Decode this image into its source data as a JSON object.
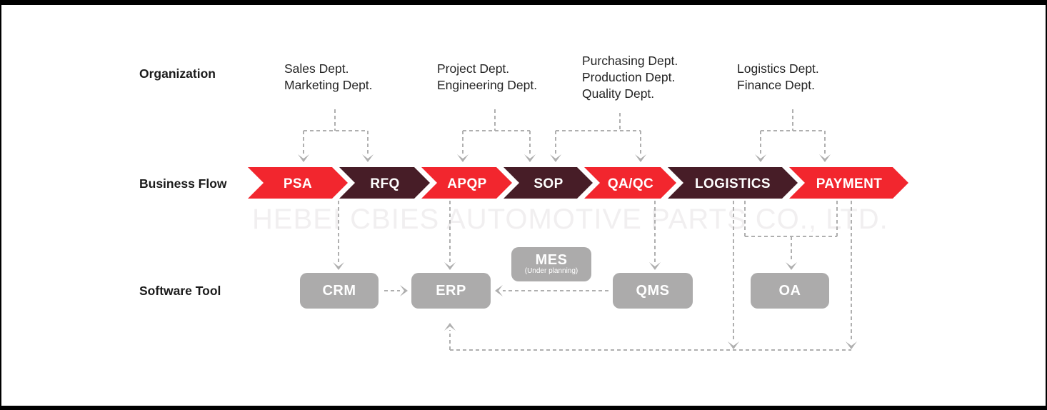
{
  "row_labels": {
    "organization": "Organization",
    "business_flow": "Business Flow",
    "software_tool": "Software Tool"
  },
  "watermark": "HEBEI CBIES AUTOMOTIVE PARTS CO., LTD.",
  "organization_groups": [
    {
      "lines": [
        "Sales Dept.",
        "Marketing Dept."
      ],
      "feeds": [
        "PSA",
        "RFQ"
      ]
    },
    {
      "lines": [
        "Project Dept.",
        "Engineering Dept."
      ],
      "feeds": [
        "APQP",
        "SOP"
      ]
    },
    {
      "lines": [
        "Purchasing Dept.",
        "Production Dept.",
        "Quality Dept."
      ],
      "feeds": [
        "SOP",
        "QA/QC"
      ]
    },
    {
      "lines": [
        "Logistics Dept.",
        "Finance Dept."
      ],
      "feeds": [
        "LOGISTICS",
        "PAYMENT"
      ]
    }
  ],
  "business_flow_steps": [
    {
      "label": "PSA",
      "color": "#f2262e"
    },
    {
      "label": "RFQ",
      "color": "#471d27"
    },
    {
      "label": "APQP",
      "color": "#f2262e"
    },
    {
      "label": "SOP",
      "color": "#471d27"
    },
    {
      "label": "QA/QC",
      "color": "#f2262e"
    },
    {
      "label": "LOGISTICS",
      "color": "#471d27"
    },
    {
      "label": "PAYMENT",
      "color": "#f2262e"
    }
  ],
  "software_tools": [
    {
      "label": "CRM"
    },
    {
      "label": "ERP"
    },
    {
      "label": "MES",
      "note": "(Under planning)"
    },
    {
      "label": "QMS"
    },
    {
      "label": "OA"
    }
  ],
  "connections": [
    {
      "from": "Sales Dept./Marketing Dept.",
      "to": "PSA, RFQ"
    },
    {
      "from": "Project Dept./Engineering Dept.",
      "to": "APQP, SOP"
    },
    {
      "from": "Purchasing Dept./Production Dept./Quality Dept.",
      "to": "SOP, QA/QC"
    },
    {
      "from": "Logistics Dept./Finance Dept.",
      "to": "LOGISTICS, PAYMENT"
    },
    {
      "from": "PSA/RFQ",
      "to": "CRM"
    },
    {
      "from": "APQP",
      "to": "ERP"
    },
    {
      "from": "QA/QC",
      "to": "QMS"
    },
    {
      "from": "LOGISTICS + PAYMENT",
      "to": "OA"
    },
    {
      "from": "CRM",
      "to": "ERP"
    },
    {
      "from": "QMS",
      "to": "ERP"
    },
    {
      "from": "LOGISTICS",
      "to": "ERP"
    },
    {
      "from": "PAYMENT",
      "to": "ERP"
    }
  ],
  "colors": {
    "flow_red": "#f2262e",
    "flow_dark": "#471d27",
    "tool_gray": "#acabab",
    "connector_gray": "#afafaf",
    "watermark_gray": "#f1eff0",
    "frame_black": "#000000"
  }
}
